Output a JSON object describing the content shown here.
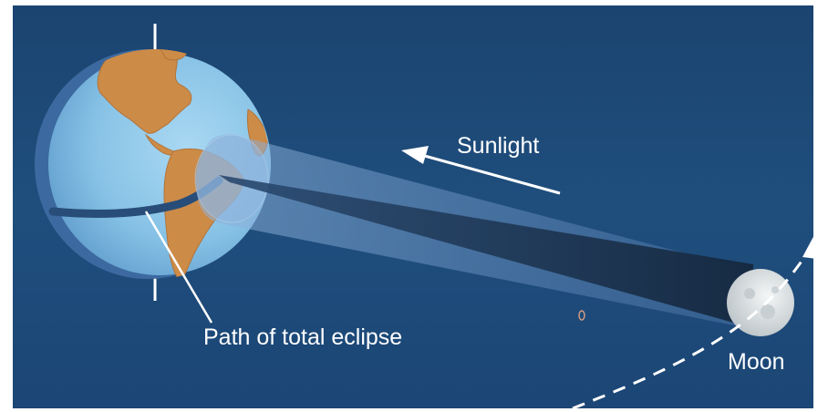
{
  "labels": {
    "sunlight": "Sunlight",
    "path_of_total_eclipse": "Path of total eclipse",
    "moon": "Moon"
  },
  "colors": {
    "space_background": "#1d4a78",
    "ocean": "#87c2e6",
    "land": "#cd8b48",
    "earth_night_side": "#3c6aa0",
    "shadow_cone": "#24405f",
    "penumbra": "#6f96c8",
    "moon": "#e2e6e6",
    "label_text": "#ffffff"
  },
  "icons": {
    "sunlight_arrow": "arrow-left-icon",
    "moon_orbit": "dashed-orbit-arrow-icon"
  }
}
